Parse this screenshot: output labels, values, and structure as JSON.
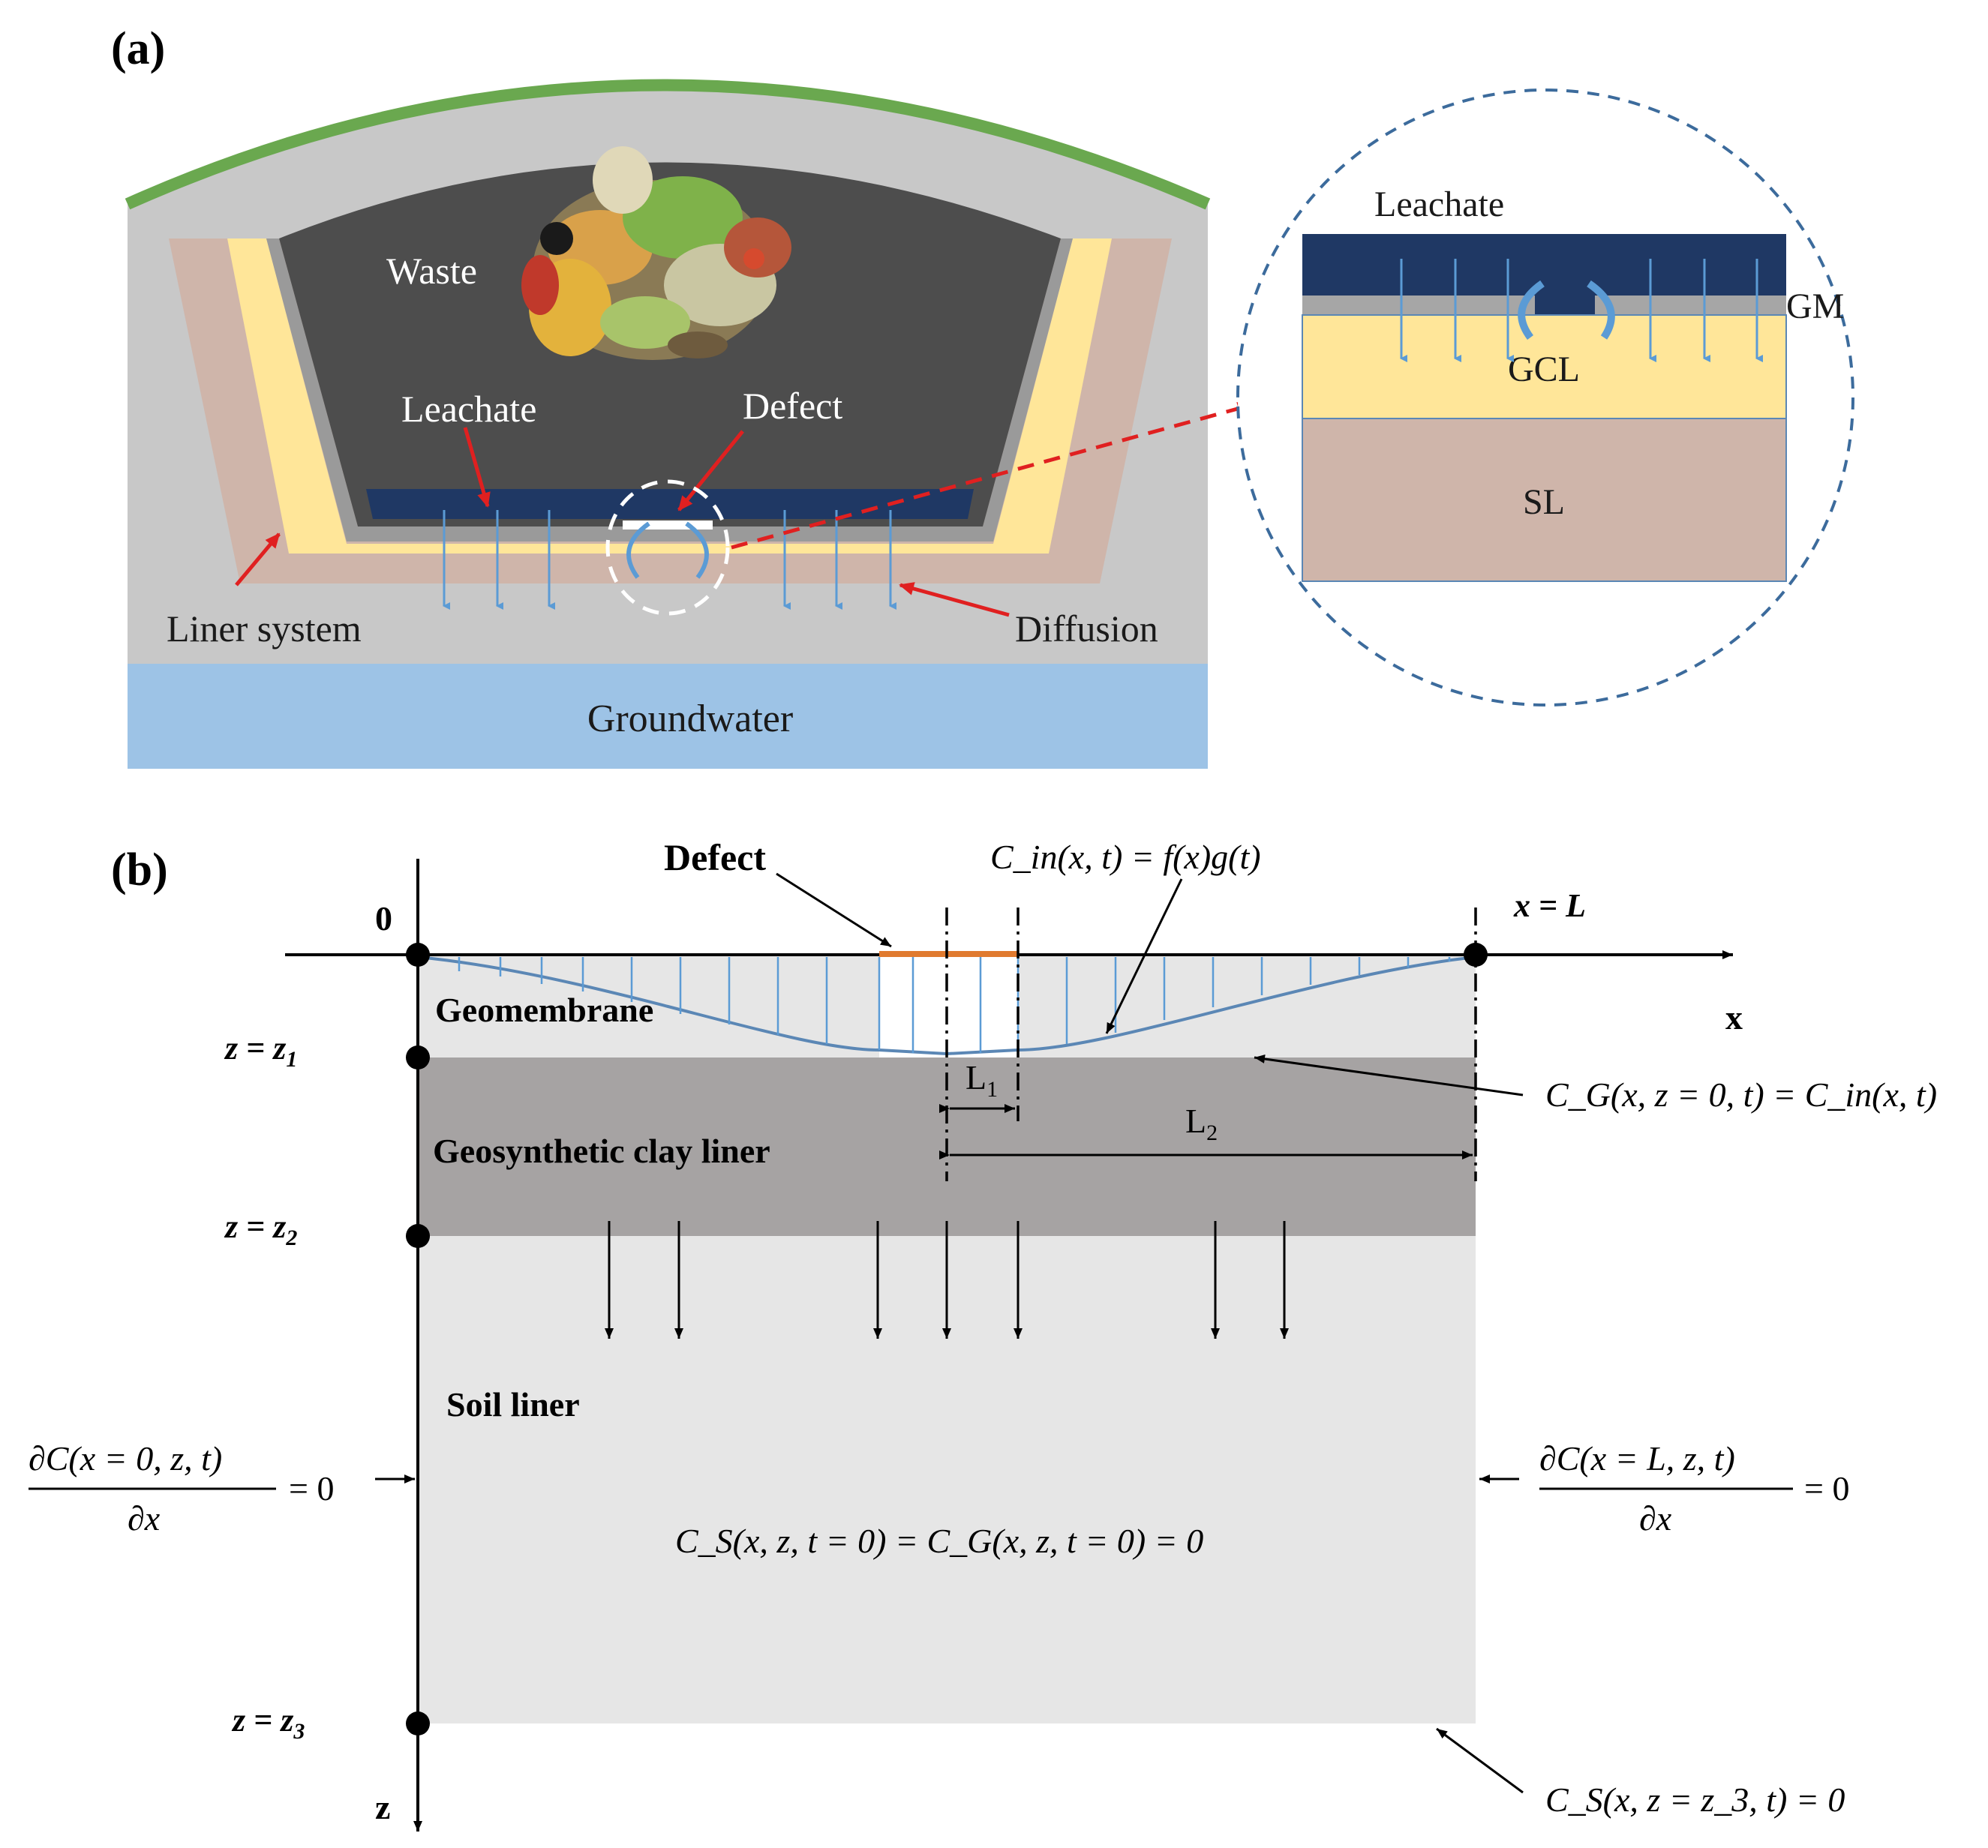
{
  "panel_a": {
    "label": "(a)",
    "waste": "Waste",
    "leachate": "Leachate",
    "defect": "Defect",
    "liner_system": "Liner system",
    "diffusion": "Diffusion",
    "groundwater": "Groundwater",
    "zoom": {
      "leachate": "Leachate",
      "gm": "GM",
      "gcl": "GCL",
      "sl": "SL"
    }
  },
  "panel_b": {
    "label": "(b)",
    "origin": "0",
    "defect": "Defect",
    "x_eq_L": "x = L",
    "x_axis": "x",
    "z_axis": "z",
    "z1": "z = z",
    "z1_sub": "1",
    "z2": "z = z",
    "z2_sub": "2",
    "z3": "z = z",
    "z3_sub": "3",
    "geomembrane": "Geomembrane",
    "gcl": "Geosynthetic clay liner",
    "soil_liner": "Soil liner",
    "L1": "L",
    "L1_sub": "1",
    "L2": "L",
    "L2_sub": "2",
    "cin_eq": "C_in(x, t) = f(x)g(t)",
    "cg_eq": "C_G(x, z = 0, t) = C_in(x, t)",
    "bc_left_num": "∂C(x = 0, z, t)",
    "bc_left_den": "∂x",
    "bc_left_rhs": "= 0",
    "bc_right_num": "∂C(x = L, z, t)",
    "bc_right_den": "∂x",
    "bc_right_rhs": "= 0",
    "ic_eq": "C_S(x, z, t = 0) = C_G(x, z, t = 0) = 0",
    "cs_bottom_eq": "C_S(x, z = z_3, t) = 0"
  },
  "colors": {
    "cover_green": "#6aa84f",
    "soil_grey": "#c8c8c8",
    "waste_dark": "#4d4d4d",
    "leachate_navy": "#1f3864",
    "gcl_yellow": "#ffe699",
    "sl_brown": "#cfb5aa",
    "groundwater_blue": "#9dc3e6",
    "arrow_blue": "#5b9bd5",
    "red_arrow": "#e02020",
    "defect_orange": "#e07a2f",
    "gm_light": "#e6e6e6",
    "gcl_grey": "#a6a3a3"
  }
}
